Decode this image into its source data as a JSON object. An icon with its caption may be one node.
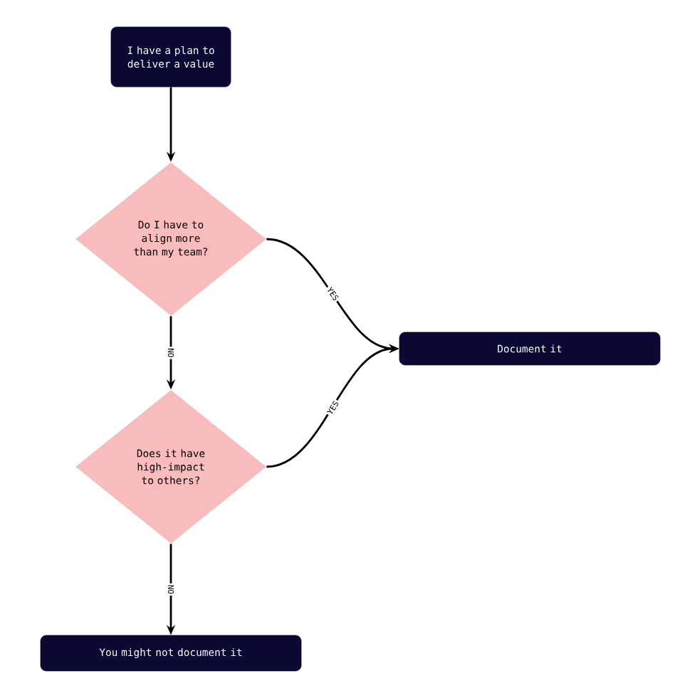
{
  "diagram": {
    "nodes": [
      {
        "text": [
          "I have a plan to deliver a value"
        ]
      },
      {
        "text": [
          "Do I have to align more than my team?"
        ]
      },
      {
        "text": [
          "Document it"
        ]
      },
      {
        "text": [
          "Does it have high-impact to others?"
        ]
      },
      {
        "text": [
          "You might not document it"
        ]
      }
    ],
    "edges": [
      {
        "from": 0,
        "to": 1,
        "arrow": "to"
      },
      {
        "from": 1,
        "to": 3,
        "arrow": "to",
        "label": "NO"
      },
      {
        "from": 1,
        "to": 2,
        "arrow": "to",
        "label": "YES"
      },
      {
        "from": 3,
        "to": 2,
        "arrow": "to",
        "label": "YES"
      },
      {
        "from": 3,
        "to": 4,
        "arrow": "to",
        "label": "NO"
      }
    ]
  }
}
